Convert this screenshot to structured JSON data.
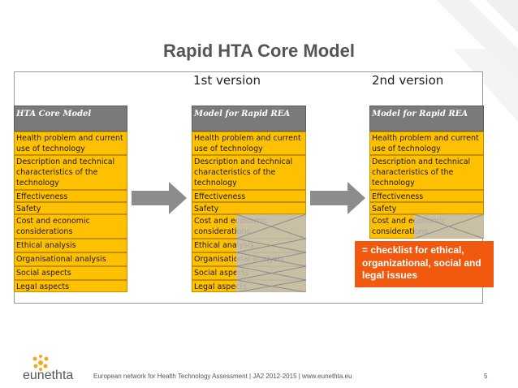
{
  "slide": {
    "title": "Rapid HTA Core Model",
    "version_1": "1st version",
    "version_2": "2nd version",
    "note": "= checklist for ethical, organizational, social and legal issues",
    "footer": "European network for Health Technology Assessment | JA2 2012-2015 | www.eunethta.eu",
    "page_number": "5",
    "logo_text": "eunethta"
  },
  "columns": [
    {
      "header": "HTA Core Model",
      "cells": [
        "Health problem and current use of technology",
        "Description and technical characteristics of the technology",
        "Effectiveness",
        "Safety",
        "Cost and economic considerations",
        "Ethical analysis",
        "Organisational analysis",
        "Social aspects",
        "Legal aspects"
      ],
      "crossed": [
        false,
        false,
        false,
        false,
        false,
        false,
        false,
        false,
        false
      ]
    },
    {
      "header": "Model for Rapid REA",
      "cells": [
        "Health problem and current use of technology",
        "Description and technical characteristics of the technology",
        "Effectiveness",
        "Safety",
        "Cost and economic considerations",
        "Ethical analysis",
        "Organisational analysis",
        "Social aspects",
        "Legal aspects"
      ],
      "crossed": [
        false,
        false,
        false,
        false,
        true,
        true,
        true,
        true,
        true
      ]
    },
    {
      "header": "Model for Rapid REA",
      "cells": [
        "Health problem and current use of technology",
        "Description and technical characteristics of the technology",
        "Effectiveness",
        "Safety",
        "Cost and economic considerations"
      ],
      "crossed": [
        false,
        false,
        false,
        false,
        true
      ]
    }
  ],
  "colors": {
    "cell_fill": "#ffc000",
    "header_fill": "#7a7a7a",
    "cross_fill": "#bfbfbf",
    "note_fill": "#f15a0e",
    "arrow_fill": "#8c8c8c",
    "title_color": "#555555"
  },
  "icons": {
    "flow_arrow": "right-arrow-icon",
    "logo": "eunethta-logo-icon"
  }
}
